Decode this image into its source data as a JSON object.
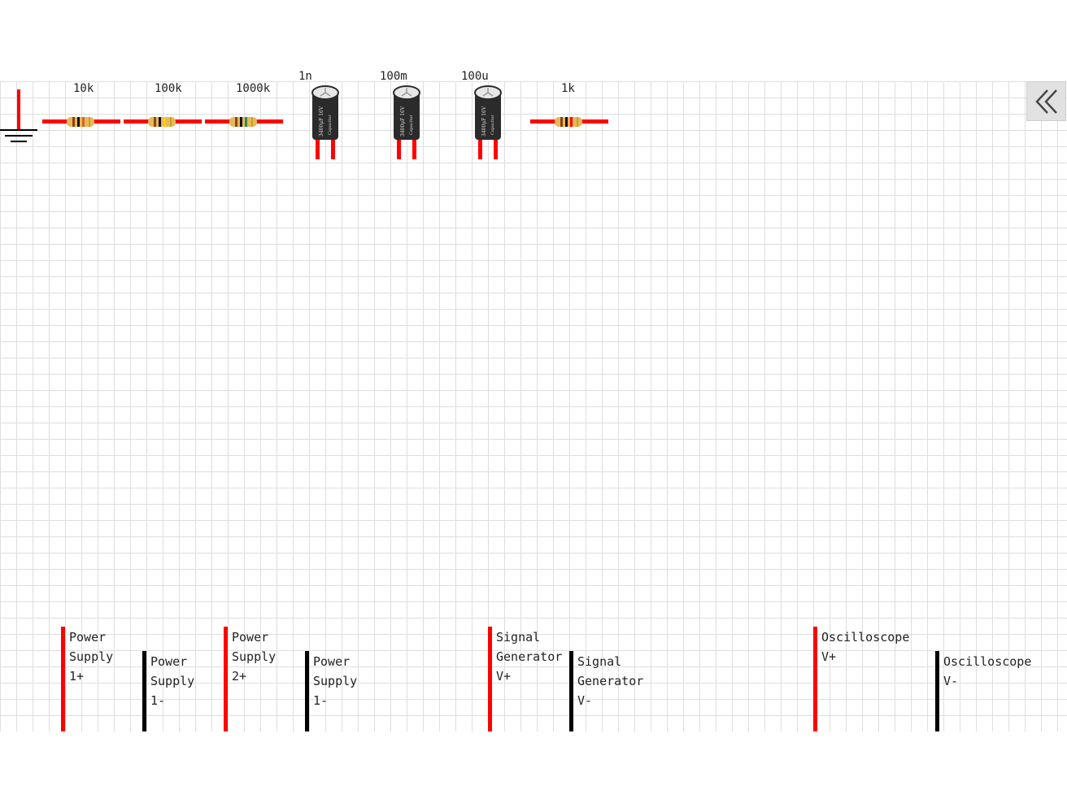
{
  "components": {
    "resistors": [
      {
        "value": "10k"
      },
      {
        "value": "100k"
      },
      {
        "value": "1000k"
      },
      {
        "value": "1k"
      }
    ],
    "capacitors": [
      {
        "value": "1n",
        "body_text": "3400μF 16V",
        "brand_text": "Capacitor"
      },
      {
        "value": "100m",
        "body_text": "3400μF 16V",
        "brand_text": "Capacitor"
      },
      {
        "value": "100u",
        "body_text": "3400μF 16V",
        "brand_text": "Capacitor"
      }
    ]
  },
  "terminals": [
    {
      "line1": "Power",
      "line2": "Supply",
      "line3": "1+",
      "polarity": "positive"
    },
    {
      "line1": "Power",
      "line2": "Supply",
      "line3": "1-",
      "polarity": "negative"
    },
    {
      "line1": "Power",
      "line2": "Supply",
      "line3": "2+",
      "polarity": "positive"
    },
    {
      "line1": "Power",
      "line2": "Supply",
      "line3": "1-",
      "polarity": "negative"
    },
    {
      "line1": "Signal",
      "line2": "Generator",
      "line3": "V+",
      "polarity": "positive"
    },
    {
      "line1": "Signal",
      "line2": "Generator",
      "line3": "V-",
      "polarity": "negative"
    },
    {
      "line1": "Oscilloscope",
      "line2": "V+",
      "polarity": "positive"
    },
    {
      "line1": "Oscilloscope",
      "line2": "V-",
      "polarity": "negative"
    }
  ],
  "icons": {
    "collapse": "double-chevron-left-icon",
    "ground": "ground-icon"
  },
  "colors": {
    "lead": "#ff0000",
    "positive": "#ff0000",
    "negative": "#000000",
    "resistor_body": "#e8b85a",
    "capacitor_body": "#2b2b2b",
    "grid": "#dedede"
  }
}
